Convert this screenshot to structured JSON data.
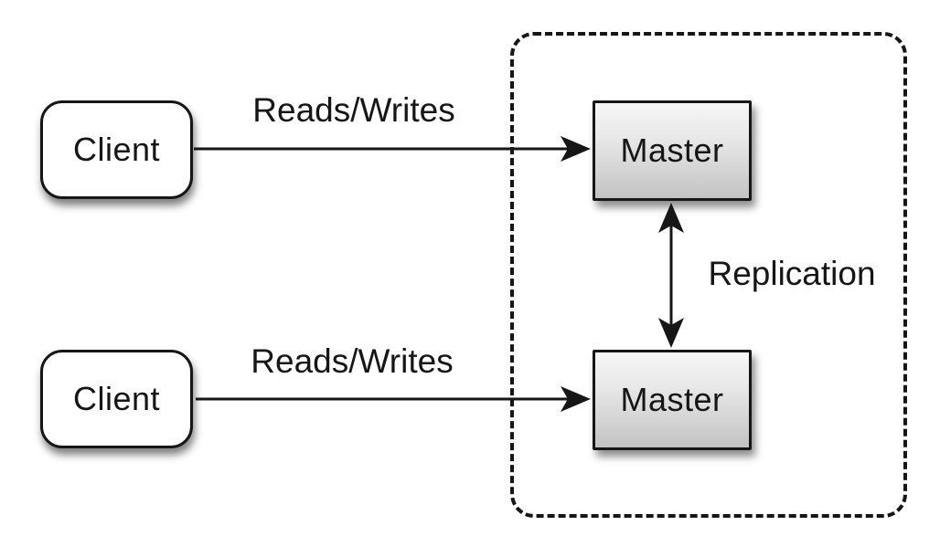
{
  "nodes": {
    "client_top": {
      "label": "Client"
    },
    "client_bottom": {
      "label": "Client"
    },
    "master_top": {
      "label": "Master"
    },
    "master_bottom": {
      "label": "Master"
    }
  },
  "edges": {
    "reads_writes_top": {
      "label": "Reads/Writes"
    },
    "reads_writes_bottom": {
      "label": "Reads/Writes"
    },
    "replication": {
      "label": "Replication"
    }
  },
  "colors": {
    "background": "#ffffff",
    "line": "#161616",
    "text": "#161616",
    "client_fill": "#ffffff",
    "master_fill_top": "#f6f6f6",
    "master_fill_bottom": "#c3c3c3",
    "cluster_border": "#161616"
  }
}
